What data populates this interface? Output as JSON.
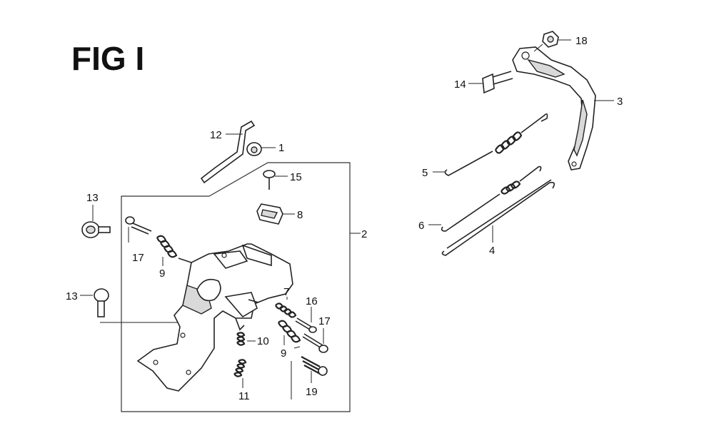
{
  "figure": {
    "title": "FIG I"
  },
  "callouts": {
    "c1": "1",
    "c2": "2",
    "c3": "3",
    "c4": "4",
    "c5": "5",
    "c6": "6",
    "c7": "7",
    "c8": "8",
    "c9a": "9",
    "c9b": "9",
    "c10": "10",
    "c11": "11",
    "c12": "12",
    "c13a": "13",
    "c13b": "13",
    "c14": "14",
    "c15": "15",
    "c16": "16",
    "c17a": "17",
    "c17b": "17",
    "c18": "18",
    "c19": "19"
  }
}
